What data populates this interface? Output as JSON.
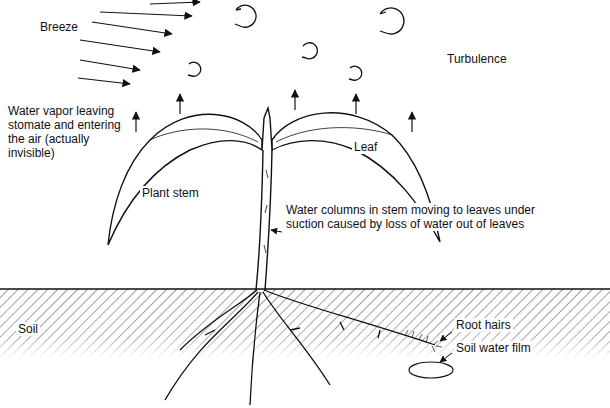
{
  "diagram": {
    "labels": [
      "Breeze",
      "Turbulence",
      "Water vapor leaving stomate and entering the air (actually invisible)",
      "Leaf",
      "Plant stem",
      "Water columns in stem moving to leaves under suction caused by loss of water out of leaves",
      "Soil",
      "Root hairs",
      "Soil water film"
    ]
  }
}
